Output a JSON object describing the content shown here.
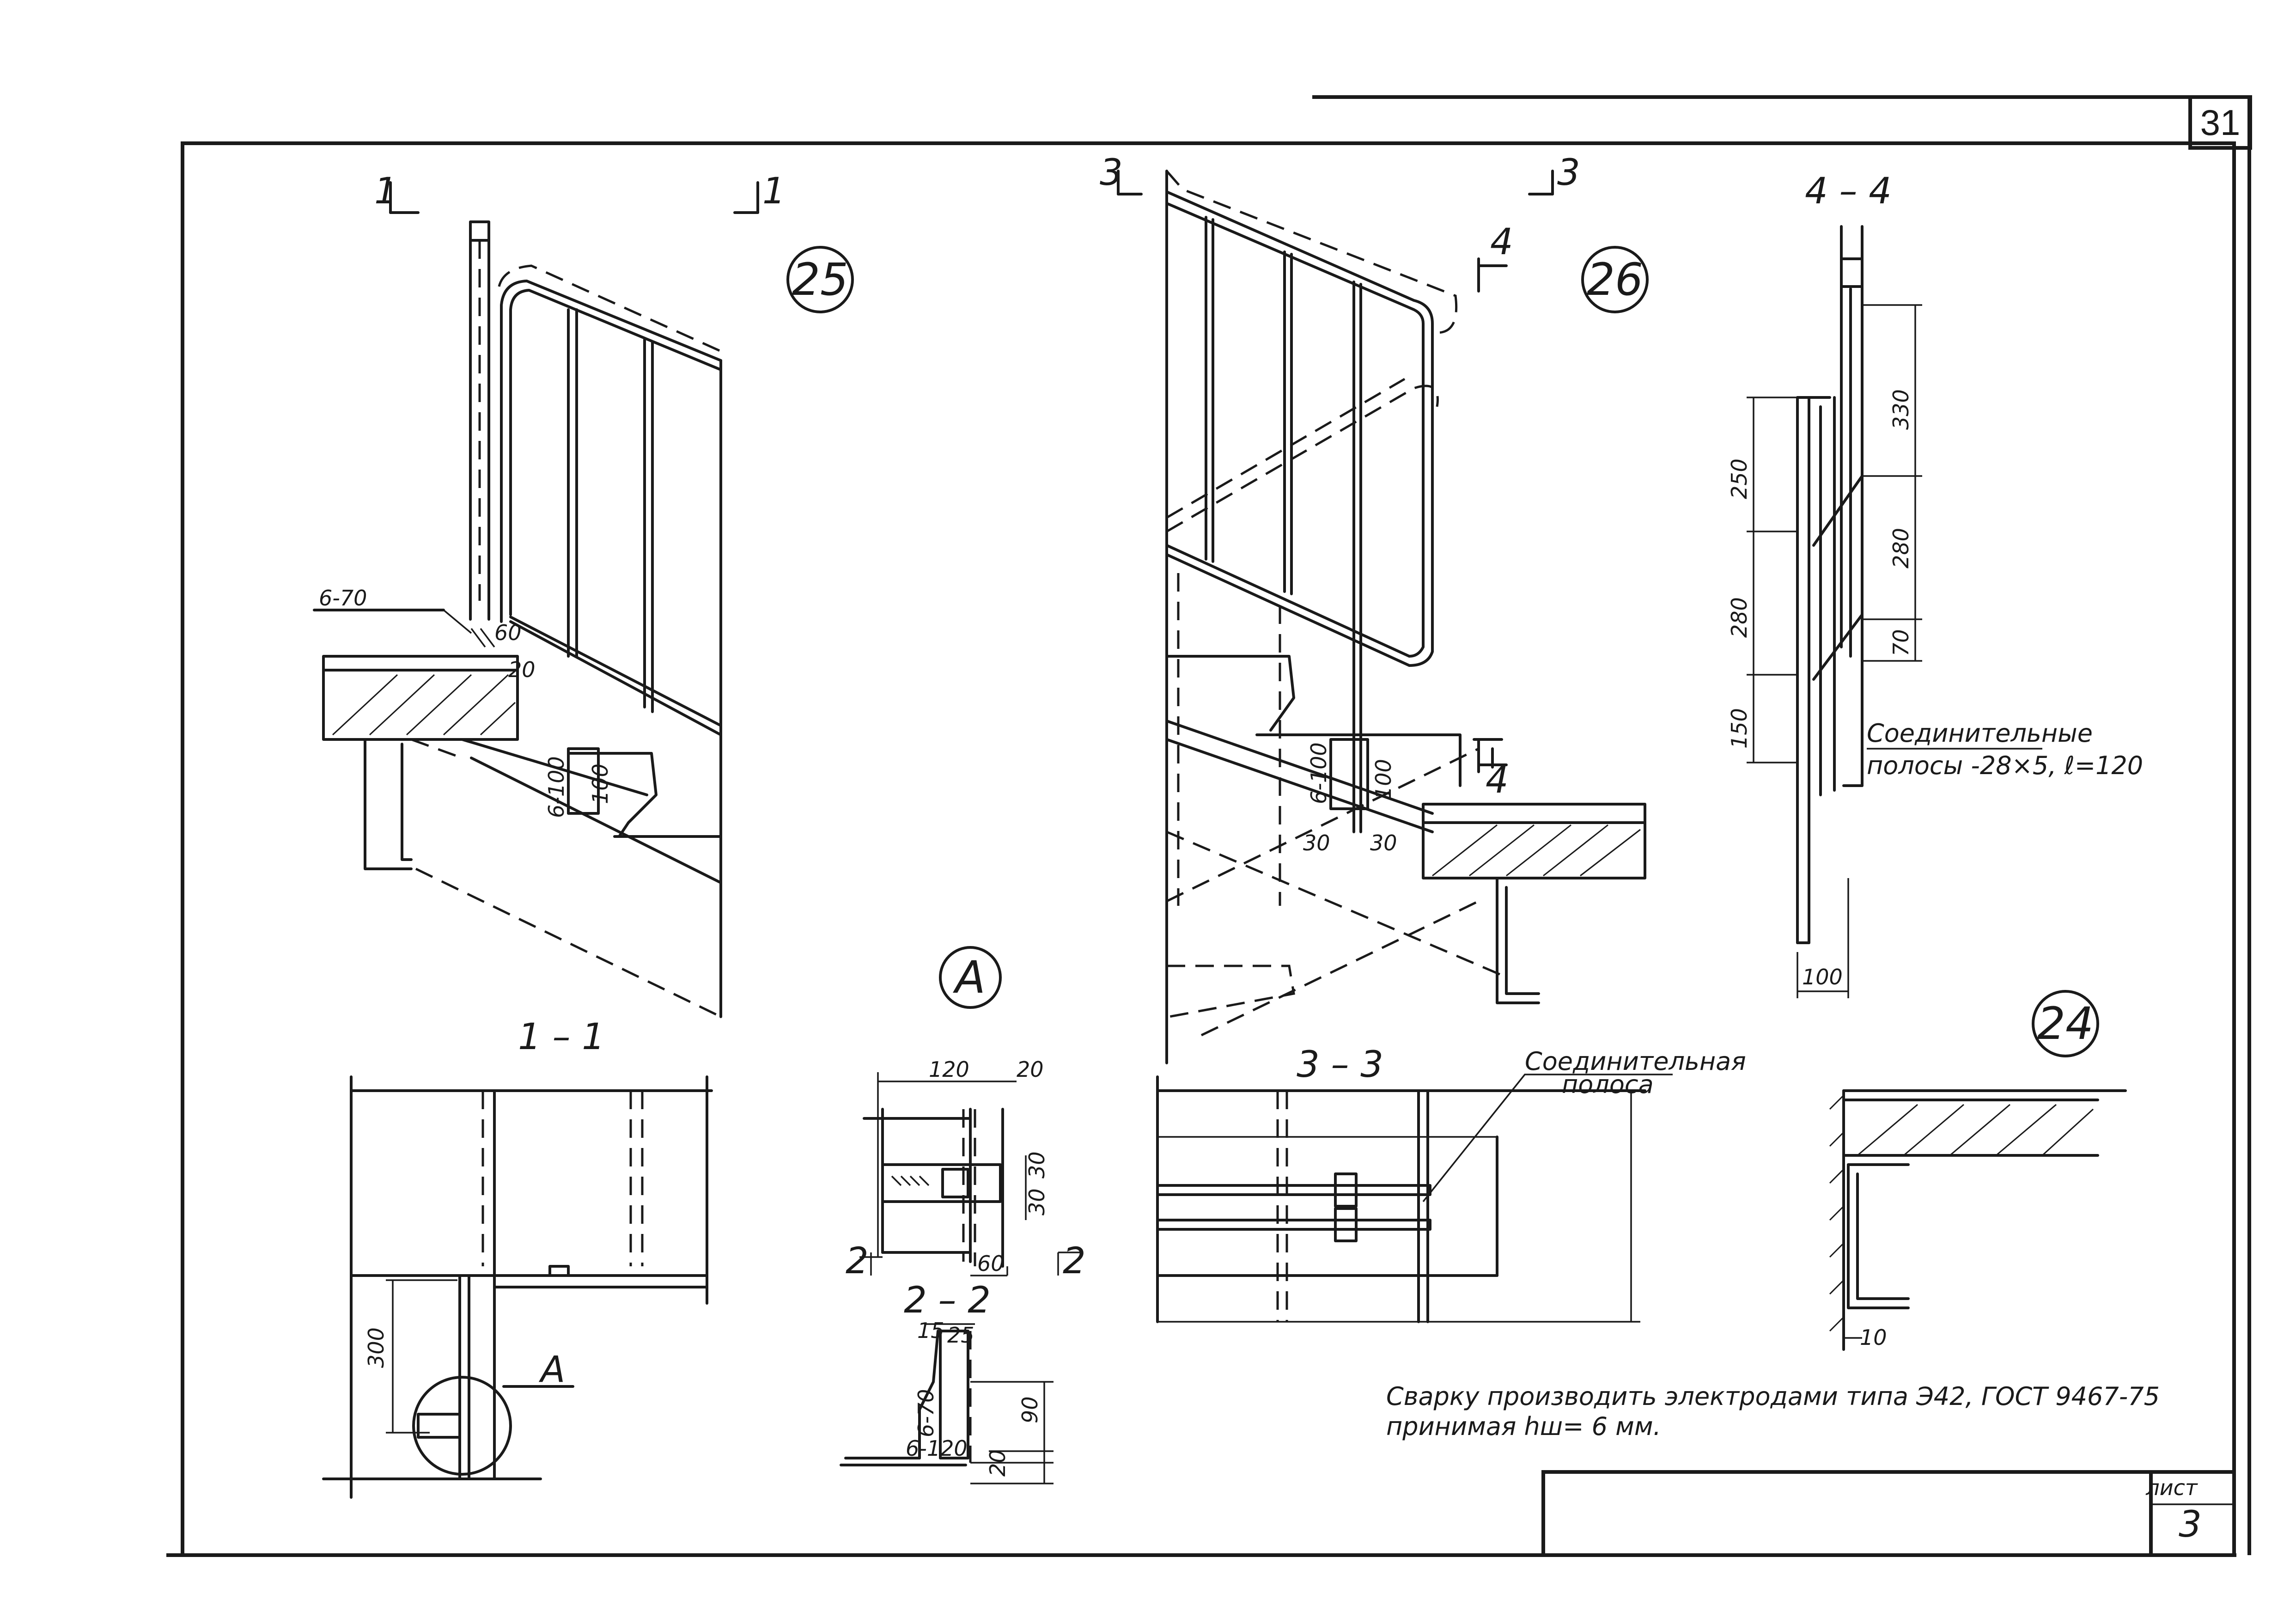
{
  "page_number": "31",
  "sheet": {
    "label": "лист",
    "number": "3"
  },
  "callouts": {
    "c25": "25",
    "c26": "26",
    "c24": "24",
    "cA": "А"
  },
  "section_marks": {
    "s1": "1",
    "s3": "3",
    "s4": "4",
    "s2": "2"
  },
  "view_titles": {
    "v11": "1 – 1",
    "v33": "3 – 3",
    "v44": "4 – 4",
    "v22": "2 – 2"
  },
  "view25": {
    "weld_a": "6-70",
    "weld_b": "6-100",
    "d60": "60",
    "d20": "20",
    "d100": "100"
  },
  "view26": {
    "weld": "6-100",
    "d100": "100",
    "d30a": "30",
    "d30b": "30"
  },
  "view44": {
    "left_dims": [
      "250",
      "280",
      "150"
    ],
    "right_dims": [
      "330",
      "280",
      "70"
    ],
    "bottom_dim": "100",
    "note_line1": "Соединительные",
    "note_line2": "полосы  -28×5, ℓ=120"
  },
  "view11": {
    "d300": "300",
    "marker": "А"
  },
  "viewA": {
    "d120": "120",
    "d20": "20",
    "d30a": "30",
    "d30b": "30",
    "d60": "60"
  },
  "view22": {
    "d15": "15",
    "d25": "25",
    "weld_a": "6-70",
    "weld_b": "6-120",
    "d90": "90",
    "d20": "20"
  },
  "view33": {
    "note_line1": "Соединительная",
    "note_line2": "полоса"
  },
  "view24": {
    "d10": "10"
  },
  "notes": {
    "line1": "Сварку производить электродами  типа Э42, ГОСТ 9467-75",
    "line2": "принимая  hш= 6 мм."
  }
}
